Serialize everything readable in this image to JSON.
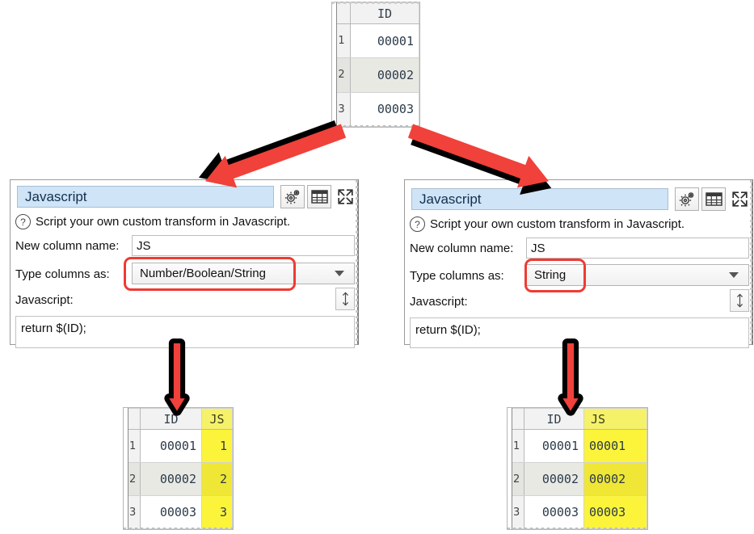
{
  "source_table": {
    "name": "source-id-table",
    "columns": [
      "",
      "ID"
    ],
    "row_headers": [
      "1",
      "2",
      "3"
    ],
    "rows": [
      [
        "00001"
      ],
      [
        "00002"
      ],
      [
        "00003"
      ]
    ]
  },
  "panels": [
    {
      "id": "left",
      "title": "Javascript",
      "hint": "Script your own custom transform in Javascript.",
      "fields": {
        "new_column_label": "New column name:",
        "new_column_value": "JS",
        "type_label": "Type columns as:",
        "type_value": "Number/Boolean/String",
        "code_label": "Javascript:",
        "code_value": "return $(ID);"
      },
      "toolbar": {
        "settings": "gear-icon",
        "table": "table-icon",
        "expand": "expand-icon"
      }
    },
    {
      "id": "right",
      "title": "Javascript",
      "hint": "Script your own custom transform in Javascript.",
      "fields": {
        "new_column_label": "New column name:",
        "new_column_value": "JS",
        "type_label": "Type columns as:",
        "type_value": "String",
        "code_label": "Javascript:",
        "code_value": "return $(ID);"
      },
      "toolbar": {
        "settings": "gear-icon",
        "table": "table-icon",
        "expand": "expand-icon"
      }
    }
  ],
  "result_tables": [
    {
      "id": "left-result",
      "columns": [
        "",
        "ID",
        "JS"
      ],
      "row_headers": [
        "1",
        "2",
        "3"
      ],
      "rows": [
        [
          "00001",
          "1"
        ],
        [
          "00002",
          "2"
        ],
        [
          "00003",
          "3"
        ]
      ]
    },
    {
      "id": "right-result",
      "columns": [
        "",
        "ID",
        "JS"
      ],
      "row_headers": [
        "1",
        "2",
        "3"
      ],
      "rows": [
        [
          "00001",
          "00001"
        ],
        [
          "00002",
          "00002"
        ],
        [
          "00003",
          "00003"
        ]
      ]
    }
  ],
  "colors": {
    "highlight_red": "#ee3b33",
    "arrow_red": "#f0413a",
    "arrow_outline": "#000000",
    "title_bar": "#cfe4f7",
    "js_column": "#fbf43a",
    "js_column_alt": "#efe636",
    "js_header": "#f5f169"
  },
  "annotations": {
    "arrow_1": "arrow-to-left-panel",
    "arrow_2": "arrow-to-right-panel",
    "arrow_3": "arrow-to-left-result",
    "arrow_4": "arrow-to-right-result"
  }
}
